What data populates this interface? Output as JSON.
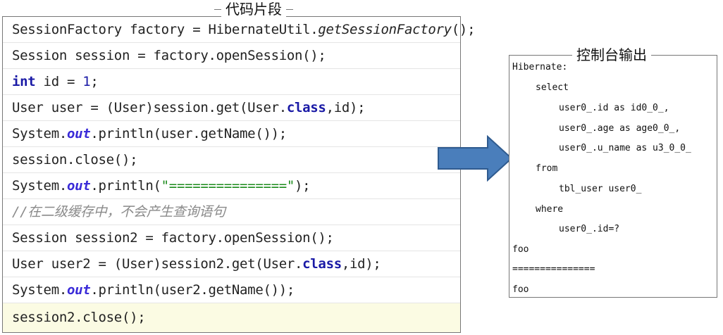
{
  "code_panel": {
    "title": "代码片段",
    "lines": [
      {
        "parts": [
          "SessionFactory factory = HibernateUtil.",
          "getSessionFactory",
          "();"
        ]
      },
      {
        "text": "Session session = factory.openSession();"
      },
      {
        "parts": [
          "int",
          " id = ",
          "1",
          ";"
        ]
      },
      {
        "parts": [
          "User user = (User)session.get(User.",
          "class",
          ",id);"
        ]
      },
      {
        "parts": [
          "System.",
          "out",
          ".println(user.getName());"
        ]
      },
      {
        "text": "session.close();"
      },
      {
        "parts": [
          "System.",
          "out",
          ".println(",
          "\"===============\"",
          ");"
        ]
      },
      {
        "text": "//在二级缓存中，不会产生查询语句"
      },
      {
        "text": "Session session2 = factory.openSession();"
      },
      {
        "parts": [
          "User user2 = (User)session2.get(User.",
          "class",
          ",id);"
        ]
      },
      {
        "parts": [
          "System.",
          "out",
          ".println(user2.getName());"
        ]
      },
      {
        "text": "session2.close();"
      }
    ]
  },
  "arrow": {
    "color": "#4a7ebb",
    "icon": "right-arrow-icon"
  },
  "console_panel": {
    "title": "控制台输出",
    "lines": [
      "Hibernate:",
      "select",
      "user0_.id as id0_0_,",
      "user0_.age as age0_0_,",
      "user0_.u_name as u3_0_0_",
      "from",
      "tbl_user user0_",
      "where",
      "user0_.id=?",
      "foo",
      "===============",
      "foo"
    ]
  }
}
